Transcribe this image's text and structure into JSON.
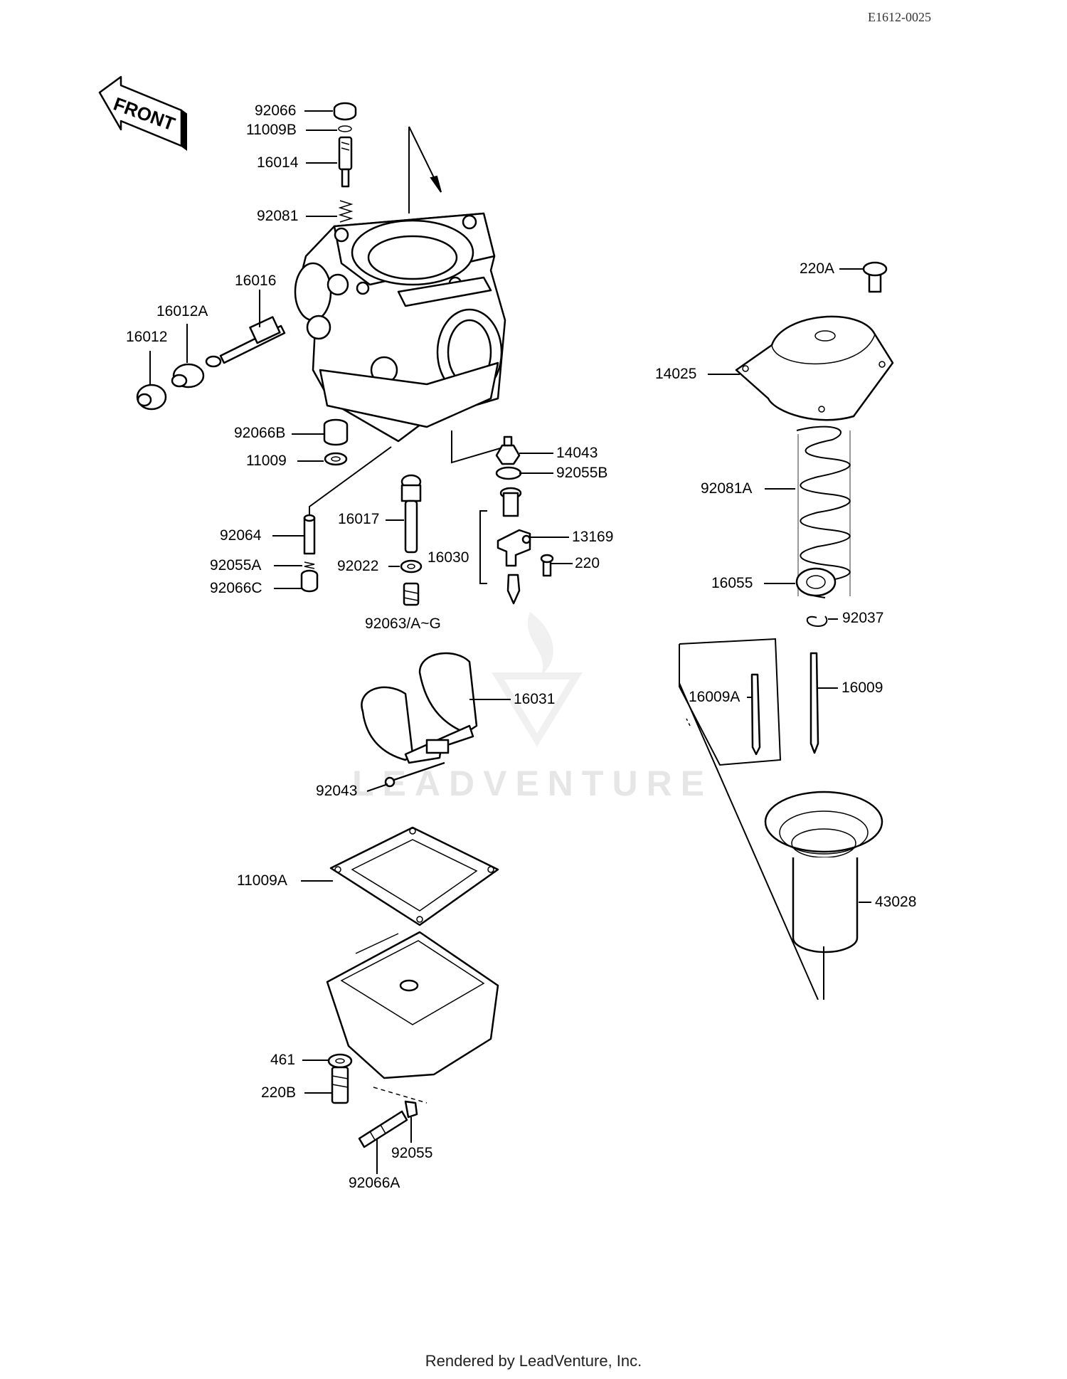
{
  "document_id": "E1612-0025",
  "front_label": "FRONT",
  "watermark": "LEADVENTURE",
  "footer": "Rendered by LeadVenture, Inc.",
  "callouts": [
    {
      "id": "92066",
      "label": "92066"
    },
    {
      "id": "11009B",
      "label": "11009B"
    },
    {
      "id": "16014",
      "label": "16014"
    },
    {
      "id": "92081",
      "label": "92081"
    },
    {
      "id": "16016",
      "label": "16016"
    },
    {
      "id": "16012A",
      "label": "16012A"
    },
    {
      "id": "16012",
      "label": "16012"
    },
    {
      "id": "92066B",
      "label": "92066B"
    },
    {
      "id": "11009",
      "label": "11009"
    },
    {
      "id": "14043",
      "label": "14043"
    },
    {
      "id": "92055B",
      "label": "92055B"
    },
    {
      "id": "16017",
      "label": "16017"
    },
    {
      "id": "92064",
      "label": "92064"
    },
    {
      "id": "13169",
      "label": "13169"
    },
    {
      "id": "16030",
      "label": "16030"
    },
    {
      "id": "220",
      "label": "220"
    },
    {
      "id": "92055A",
      "label": "92055A"
    },
    {
      "id": "92022",
      "label": "92022"
    },
    {
      "id": "92066C",
      "label": "92066C"
    },
    {
      "id": "92063",
      "label": "92063/A~G"
    },
    {
      "id": "16031",
      "label": "16031"
    },
    {
      "id": "92043",
      "label": "92043"
    },
    {
      "id": "11009A",
      "label": "11009A"
    },
    {
      "id": "461",
      "label": "461"
    },
    {
      "id": "220B",
      "label": "220B"
    },
    {
      "id": "92055",
      "label": "92055"
    },
    {
      "id": "92066A",
      "label": "92066A"
    },
    {
      "id": "220A",
      "label": "220A"
    },
    {
      "id": "14025",
      "label": "14025"
    },
    {
      "id": "92081A",
      "label": "92081A"
    },
    {
      "id": "16055",
      "label": "16055"
    },
    {
      "id": "92037",
      "label": "92037"
    },
    {
      "id": "16009A",
      "label": "16009A"
    },
    {
      "id": "16009",
      "label": "16009"
    },
    {
      "id": "43028",
      "label": "43028"
    }
  ]
}
